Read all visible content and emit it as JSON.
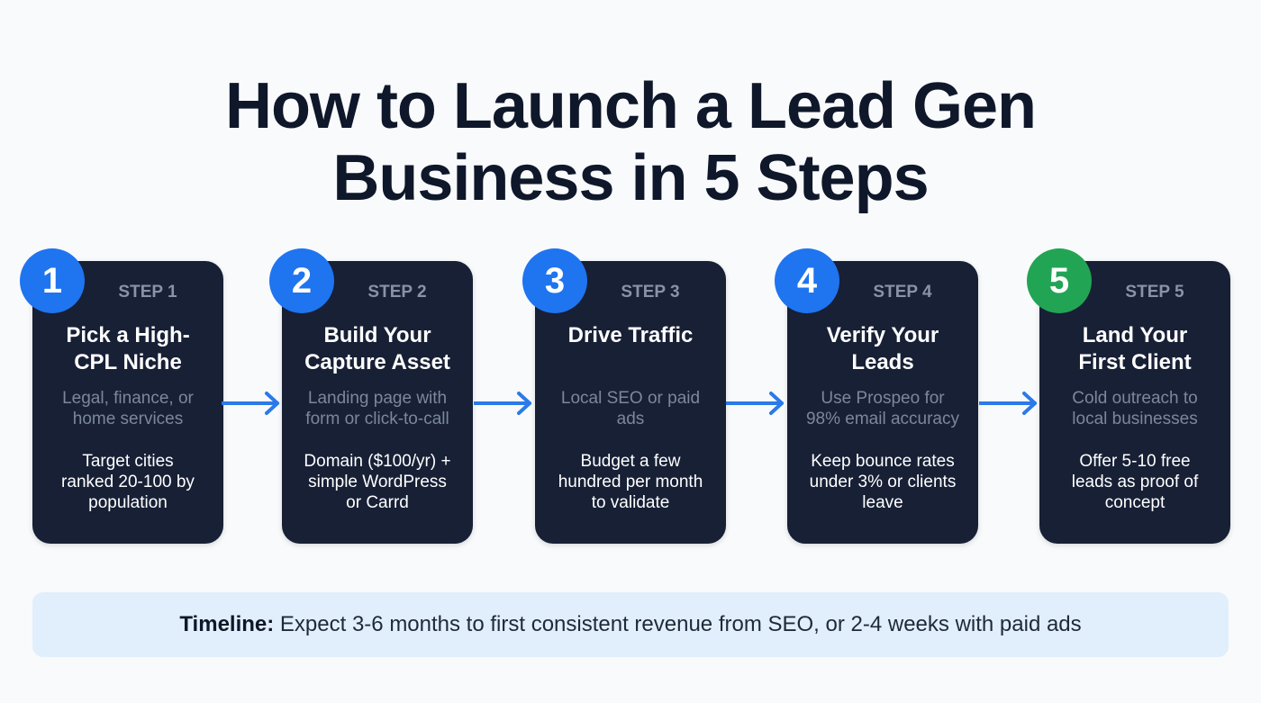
{
  "title": {
    "line1": "How to Launch a Lead Gen",
    "line2": "Business in 5 Steps"
  },
  "colors": {
    "card_bg": "#172035",
    "badge_blue": "#1f74f0",
    "badge_green": "#22a455",
    "arrow": "#2b7ae8",
    "timeline_bg": "#e1eefb"
  },
  "steps": [
    {
      "number": "1",
      "label": "STEP 1",
      "title_l1": "Pick a High-",
      "title_l2": "CPL Niche",
      "sub_l1": "Legal, finance, or",
      "sub_l2": "home services",
      "det_l1": "Target cities",
      "det_l2": "ranked 20-100 by",
      "det_l3": "population"
    },
    {
      "number": "2",
      "label": "STEP 2",
      "title_l1": "Build Your",
      "title_l2": "Capture Asset",
      "sub_l1": "Landing page with",
      "sub_l2": "form or click-to-call",
      "det_l1": "Domain ($100/yr) +",
      "det_l2": "simple WordPress",
      "det_l3": "or Carrd"
    },
    {
      "number": "3",
      "label": "STEP 3",
      "title_l1": "Drive Traffic",
      "title_l2": "",
      "sub_l1": "Local SEO or paid",
      "sub_l2": "ads",
      "det_l1": "Budget a few",
      "det_l2": "hundred per month",
      "det_l3": "to validate"
    },
    {
      "number": "4",
      "label": "STEP 4",
      "title_l1": "Verify Your",
      "title_l2": "Leads",
      "sub_l1": "Use Prospeo for",
      "sub_l2": "98% email accuracy",
      "det_l1": "Keep bounce rates",
      "det_l2": "under 3% or clients",
      "det_l3": "leave"
    },
    {
      "number": "5",
      "label": "STEP 5",
      "title_l1": "Land Your",
      "title_l2": "First Client",
      "sub_l1": "Cold outreach to",
      "sub_l2": "local businesses",
      "det_l1": "Offer 5-10 free",
      "det_l2": "leads as proof of",
      "det_l3": "concept"
    }
  ],
  "arrows": [
    "arrow-right-icon",
    "arrow-right-icon",
    "arrow-right-icon",
    "arrow-right-icon"
  ],
  "timeline": {
    "label": "Timeline:",
    "text": " Expect 3-6 months to first consistent revenue from SEO, or 2-4 weeks with paid ads"
  }
}
